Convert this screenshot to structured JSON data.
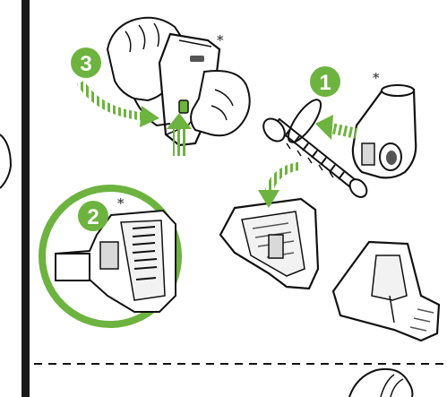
{
  "steps": [
    {
      "number": "1",
      "asterisk": "*"
    },
    {
      "number": "2",
      "asterisk": "*"
    },
    {
      "number": "3",
      "asterisk": "*"
    }
  ],
  "colors": {
    "accent_green": "#6DB33F",
    "line": "#111111",
    "frame": "#1a1a1a",
    "part_fill": "#ffffff",
    "part_shade": "#d9d9d9",
    "dark_shade": "#555555"
  },
  "icons": [
    "hand",
    "brush-roll",
    "nozzle-head",
    "cleaner-tube",
    "dashed-arrow",
    "up-arrow",
    "curved-arrow"
  ]
}
